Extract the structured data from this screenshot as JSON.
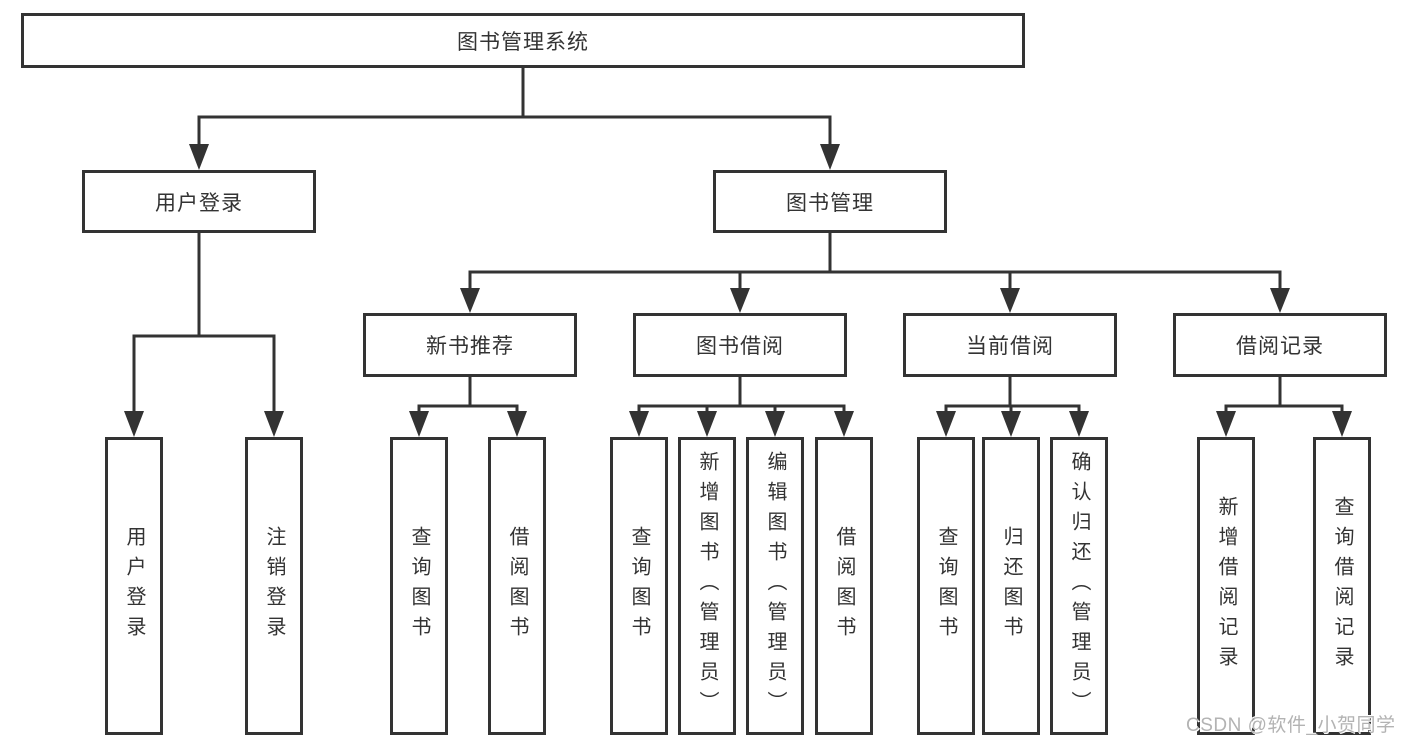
{
  "diagram": {
    "root": "图书管理系统",
    "branches": [
      {
        "label": "用户登录",
        "children": [
          "用户登录",
          "注销登录"
        ]
      },
      {
        "label": "图书管理",
        "sections": [
          {
            "label": "新书推荐",
            "children": [
              "查询图书",
              "借阅图书"
            ]
          },
          {
            "label": "图书借阅",
            "children": [
              "查询图书",
              "新增图书（管理员）",
              "编辑图书（管理员）",
              "借阅图书"
            ]
          },
          {
            "label": "当前借阅",
            "children": [
              "查询图书",
              "归还图书",
              "确认归还（管理员）"
            ]
          },
          {
            "label": "借阅记录",
            "children": [
              "新增借阅记录",
              "查询借阅记录"
            ]
          }
        ]
      }
    ]
  },
  "watermark": "CSDN @软件_小贺同学",
  "colors": {
    "line": "#333333",
    "text": "#333333",
    "watermark": "#b3b3b3",
    "background": "#ffffff"
  }
}
